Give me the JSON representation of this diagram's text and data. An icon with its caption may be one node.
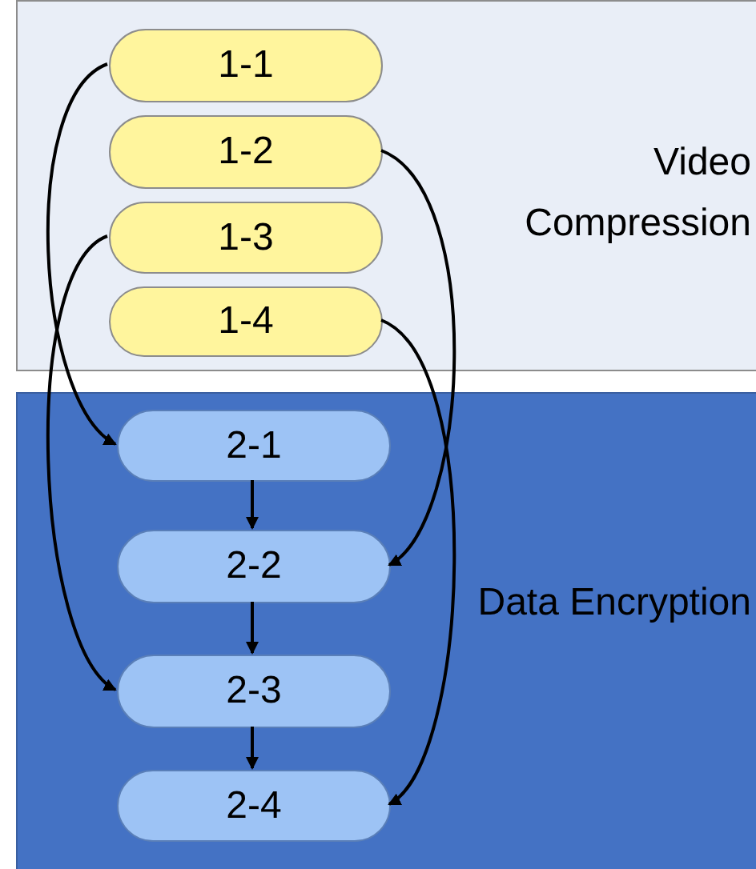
{
  "diagram": {
    "nodes": [
      {
        "text": [
          "Video Compression"
        ]
      },
      {
        "text": [
          "1-1"
        ],
        "in": 0
      },
      {
        "text": [
          "1-2"
        ],
        "in": 0
      },
      {
        "text": [
          "1-3"
        ],
        "in": 0
      },
      {
        "text": [
          "1-4"
        ],
        "in": 0
      },
      {
        "text": [
          "Data Encryption"
        ]
      },
      {
        "text": [
          "2-1"
        ],
        "in": 5
      },
      {
        "text": [
          "2-2"
        ],
        "in": 5
      },
      {
        "text": [
          "2-3"
        ],
        "in": 5
      },
      {
        "text": [
          "2-4"
        ],
        "in": 5
      }
    ],
    "edges": [
      {
        "from": 1,
        "to": 6,
        "arrow": "to"
      },
      {
        "from": 2,
        "to": 7,
        "arrow": "to"
      },
      {
        "from": 3,
        "to": 8,
        "arrow": "to"
      },
      {
        "from": 4,
        "to": 9,
        "arrow": "to"
      },
      {
        "from": 6,
        "to": 7,
        "arrow": "to"
      },
      {
        "from": 7,
        "to": 8,
        "arrow": "to"
      },
      {
        "from": 8,
        "to": 9,
        "arrow": "to"
      }
    ]
  }
}
